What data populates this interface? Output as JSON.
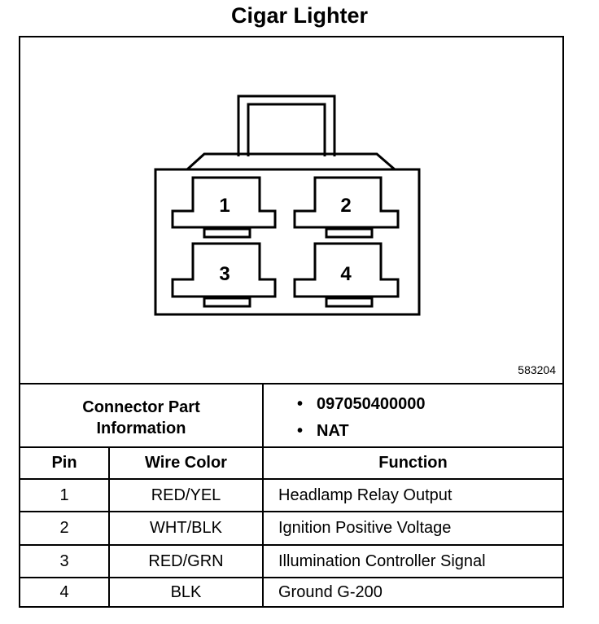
{
  "title": "Cigar Lighter",
  "figure_number": "583204",
  "connector": {
    "pins": [
      "1",
      "2",
      "3",
      "4"
    ]
  },
  "connector_info": {
    "label_line1": "Connector Part",
    "label_line2": "Information",
    "bullet": "•",
    "items": [
      "097050400000",
      "NAT"
    ]
  },
  "table": {
    "headers": {
      "pin": "Pin",
      "wire_color": "Wire Color",
      "function": "Function"
    },
    "rows": [
      {
        "pin": "1",
        "wire_color": "RED/YEL",
        "function": "Headlamp Relay Output"
      },
      {
        "pin": "2",
        "wire_color": "WHT/BLK",
        "function": "Ignition Positive Voltage"
      },
      {
        "pin": "3",
        "wire_color": "RED/GRN",
        "function": "Illumination Controller Signal"
      },
      {
        "pin": "4",
        "wire_color": "BLK",
        "function": "Ground G-200"
      }
    ]
  }
}
